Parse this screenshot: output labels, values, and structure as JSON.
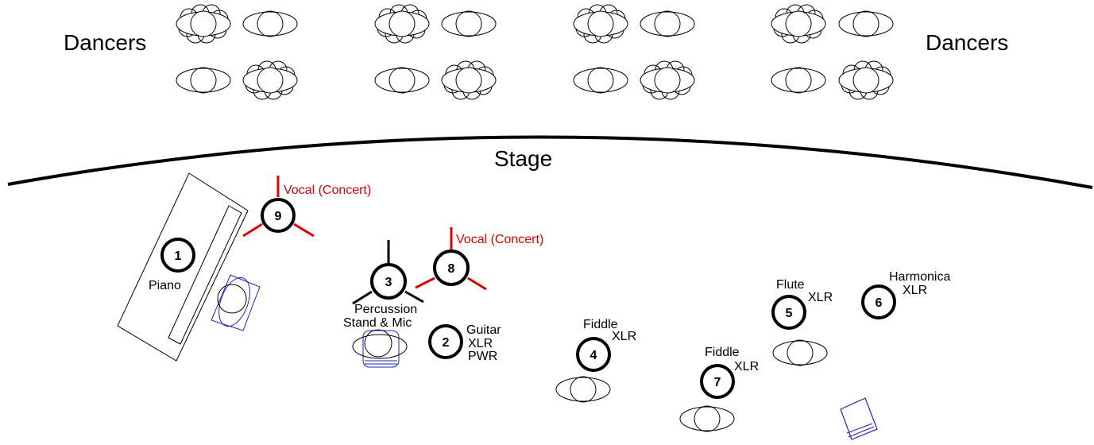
{
  "labels": {
    "dancers_left": "Dancers",
    "dancers_right": "Dancers",
    "stage": "Stage",
    "vocal_9": "Vocal (Concert)",
    "vocal_8": "Vocal (Concert)",
    "piano": "Piano",
    "percussion": "Percussion",
    "stand_mic": "Stand & Mic",
    "guitar": "Guitar",
    "guitar_xlr": "XLR",
    "guitar_pwr": "PWR",
    "fiddle_4": "Fiddle",
    "fiddle_4_xlr": "XLR",
    "flute": "Flute",
    "flute_xlr": "XLR",
    "harmonica": "Harmonica",
    "harmonica_xlr": "XLR",
    "fiddle_7": "Fiddle",
    "fiddle_7_xlr": "XLR"
  },
  "positions": {
    "p1": "1",
    "p2": "2",
    "p3": "3",
    "p4": "4",
    "p5": "5",
    "p6": "6",
    "p7": "7",
    "p8": "8",
    "p9": "9"
  },
  "colors": {
    "vocal": "#e00000",
    "chair": "#2020c0",
    "ink": "#000000"
  }
}
